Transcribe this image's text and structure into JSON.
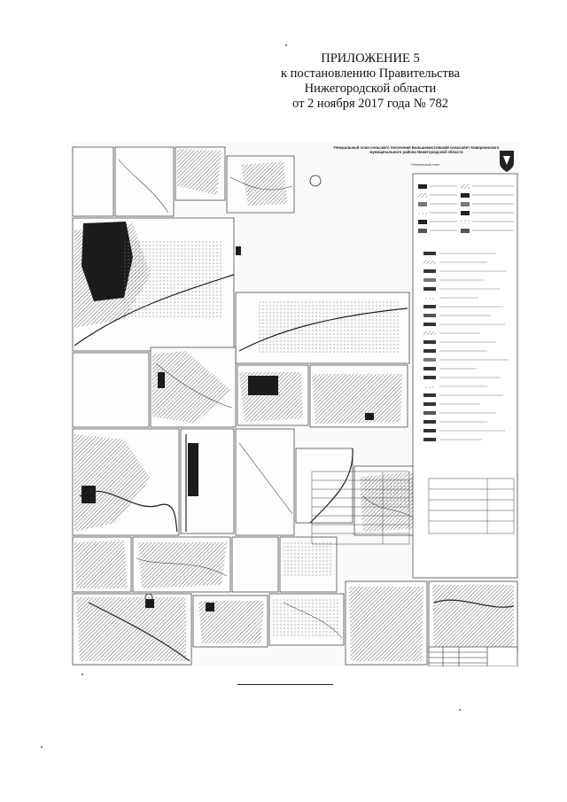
{
  "header": {
    "line1": "ПРИЛОЖЕНИЕ 5",
    "line2": "к постановлению Правительства",
    "line3": "Нижегородской области",
    "line4": "от 2 ноября 2017 года № 782"
  },
  "map": {
    "title": "Генеральный план сельского поселения Большемостовский сельсовет Ковернинского муниципального района Нижегородской области",
    "subtitle": "Генеральный план"
  }
}
